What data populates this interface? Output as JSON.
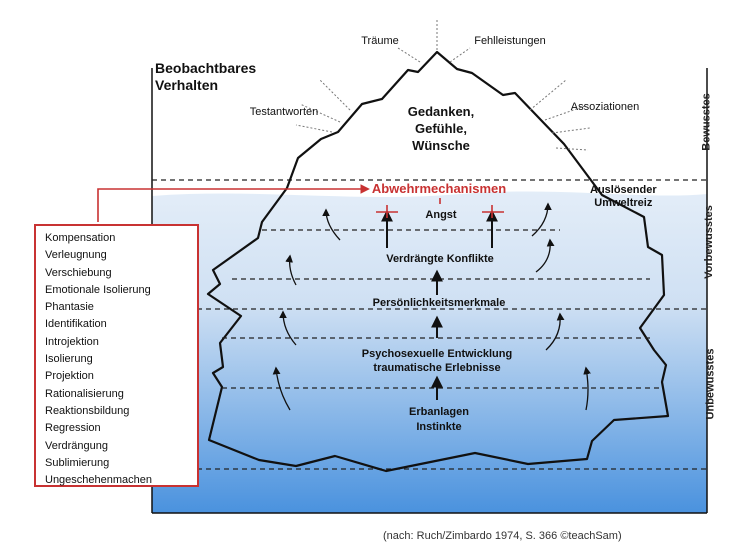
{
  "heading": {
    "line1": "Beobachtbares",
    "line2": "Verhalten"
  },
  "rays": {
    "top_left": "Träume",
    "top_right": "Fehlleistungen",
    "left": "Testantworten",
    "right": "Assoziationen"
  },
  "tip_text": {
    "line1": "Gedanken,",
    "line2": "Gefühle,",
    "line3": "Wünsche"
  },
  "side_labels": {
    "conscious": "Bewusstes",
    "preconscious": "Vorbewusstes",
    "unconscious": "Unbewusstes"
  },
  "trigger": {
    "line1": "Auslösender",
    "line2": "Umweltreiz"
  },
  "defense_label": "Abwehrmechanismen",
  "layers": {
    "angst": "Angst",
    "repressed": "Verdrängte Konflikte",
    "personality": "Persönlichkeitsmerkmale",
    "psychosexual_1": "Psychosexuelle Entwicklung",
    "psychosexual_2": "traumatische Erlebnisse",
    "innate_1": "Erbanlagen",
    "innate_2": "Instinkte"
  },
  "mechanisms": [
    "Kompensation",
    "Verleugnung",
    "Verschiebung",
    "Emotionale Isolierung",
    "Phantasie",
    "Identifikation",
    "Introjektion",
    "Isolierung",
    "Projektion",
    "Rationalisierung",
    "Reaktionsbildung",
    "Regression",
    "Verdrängung",
    "Sublimierung",
    "Ungeschehenmachen"
  ],
  "citation": "(nach: Ruch/Zimbardo 1974, S. 366 ©teachSam)",
  "colors": {
    "defense_red": "#c83232",
    "water_top": "#dce8f5",
    "water_bottom": "#4a92de"
  }
}
